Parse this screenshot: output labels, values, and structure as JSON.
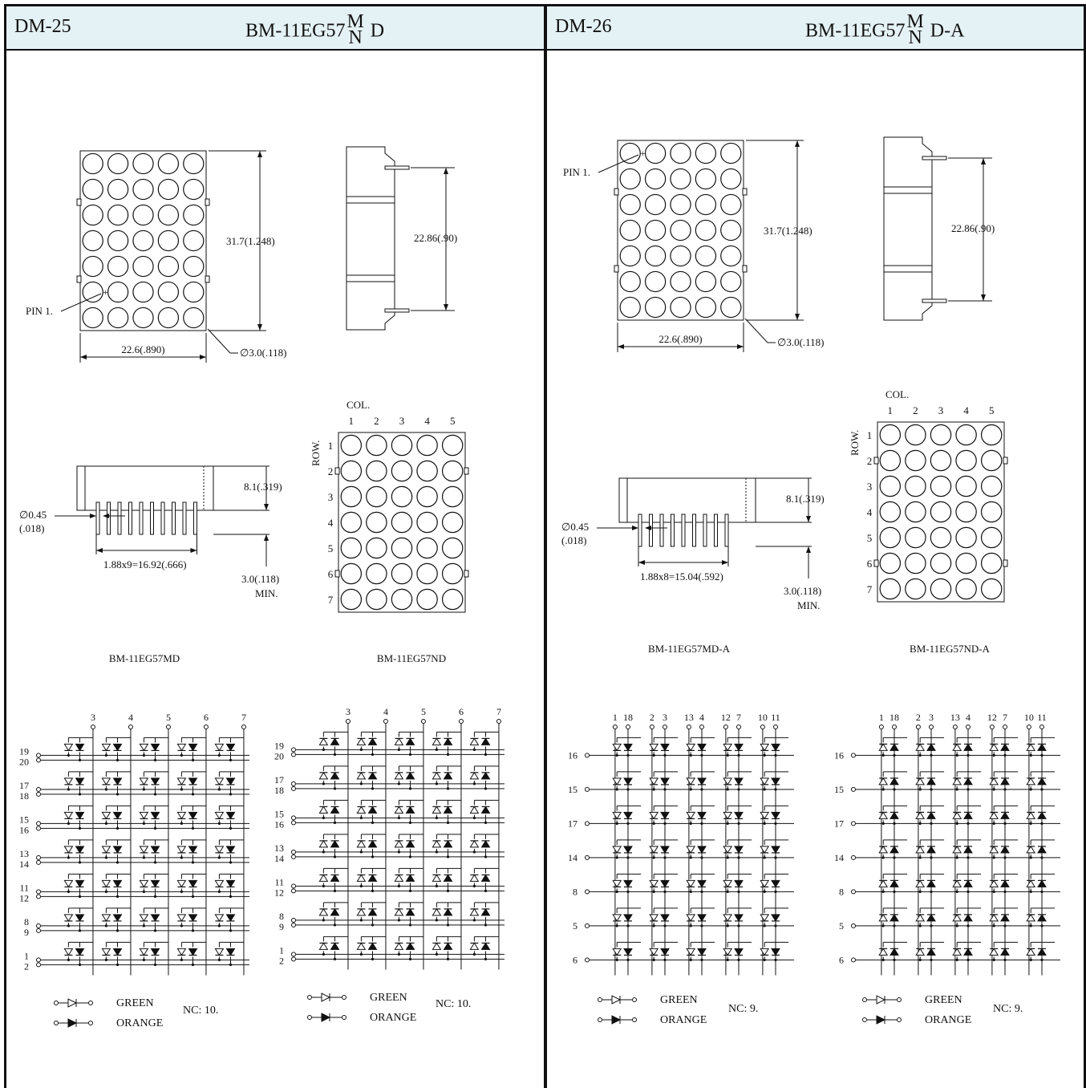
{
  "panels": [
    {
      "id": "DM-25",
      "title_prefix": "BM-11EG57",
      "title_sup": "M",
      "title_sub": "N",
      "title_suffix": "D",
      "height_dim": "31.7(1.248)",
      "width_dim": "22.6(.890)",
      "dot_dim": "∅3.0(.118)",
      "pin_label": "PIN 1.",
      "side_dim": "22.86(.90)",
      "profile_height": "8.1(.319)",
      "lead_dia_1": "∅0.45",
      "lead_dia_2": "(.018)",
      "pitch_dim": "1.88x9=16.92(.666)",
      "lead_len_1": "3.0(.118)",
      "lead_len_2": "MIN.",
      "col_label": "COL.",
      "row_label": "ROW.",
      "col_numbers": [
        "1",
        "2",
        "3",
        "4",
        "5"
      ],
      "row_numbers": [
        "1",
        "2",
        "3",
        "4",
        "5",
        "6",
        "7"
      ],
      "caption_left": "BM-11EG57MD",
      "caption_right": "BM-11EG57ND",
      "schem_top_pins": [
        "3",
        "4",
        "5",
        "6",
        "7"
      ],
      "schem_row_pins": [
        [
          "19",
          "20"
        ],
        [
          "17",
          "18"
        ],
        [
          "15",
          "16"
        ],
        [
          "13",
          "14"
        ],
        [
          "11",
          "12"
        ],
        [
          "8",
          "9"
        ],
        [
          "1",
          "2"
        ]
      ],
      "legend_green": "GREEN",
      "legend_orange": "ORANGE",
      "nc": "NC: 10."
    },
    {
      "id": "DM-26",
      "title_prefix": "BM-11EG57",
      "title_sup": "M",
      "title_sub": "N",
      "title_suffix": "D-A",
      "height_dim": "31.7(1.248)",
      "width_dim": "22.6(.890)",
      "dot_dim": "∅3.0(.118)",
      "pin_label": "PIN 1.",
      "side_dim": "22.86(.90)",
      "profile_height": "8.1(.319)",
      "lead_dia_1": "∅0.45",
      "lead_dia_2": "(.018)",
      "pitch_dim": "1.88x8=15.04(.592)",
      "lead_len_1": "3.0(.118)",
      "lead_len_2": "MIN.",
      "col_label": "COL.",
      "row_label": "ROW.",
      "col_numbers": [
        "1",
        "2",
        "3",
        "4",
        "5"
      ],
      "row_numbers": [
        "1",
        "2",
        "3",
        "4",
        "5",
        "6",
        "7"
      ],
      "caption_left": "BM-11EG57MD-A",
      "caption_right": "BM-11EG57ND-A",
      "schem_top_pins": [
        "1",
        "18",
        "2",
        "3",
        "13",
        "4",
        "12",
        "7",
        "10",
        "11"
      ],
      "schem_row_pins": [
        "16",
        "15",
        "17",
        "14",
        "8",
        "5",
        "6"
      ],
      "legend_green": "GREEN",
      "legend_orange": "ORANGE",
      "nc": "NC: 9."
    }
  ]
}
